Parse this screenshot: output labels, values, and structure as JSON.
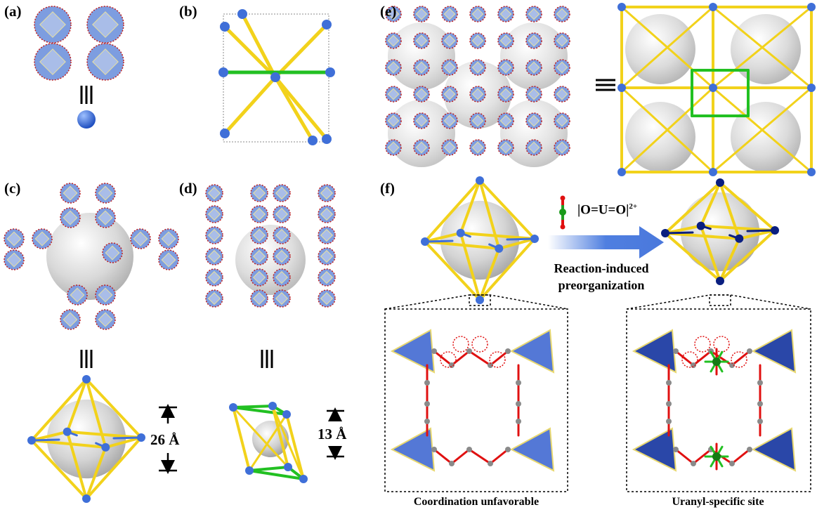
{
  "panels": {
    "a": {
      "label": "(a)"
    },
    "b": {
      "label": "(b)"
    },
    "c": {
      "label": "(c)",
      "dimension": "26 Å"
    },
    "d": {
      "label": "(d)",
      "dimension": "13 Å"
    },
    "e": {
      "label": "(e)"
    },
    "f": {
      "label": "(f)",
      "ion": "|O=U=O|",
      "ion_charge": "2+",
      "arrow_text_line1": "Reaction-induced",
      "arrow_text_line2": "preorganization",
      "caption_left": "Coordination unfavorable",
      "caption_right": "Uranyl-specific site"
    }
  },
  "colors": {
    "node_blue": "#3f6fd8",
    "node_dark": "#0a1f80",
    "linker_yellow": "#f2d21b",
    "linker_green": "#22c022",
    "oxygen_red": "#e01010",
    "carbon_gray": "#8a8a8a"
  }
}
